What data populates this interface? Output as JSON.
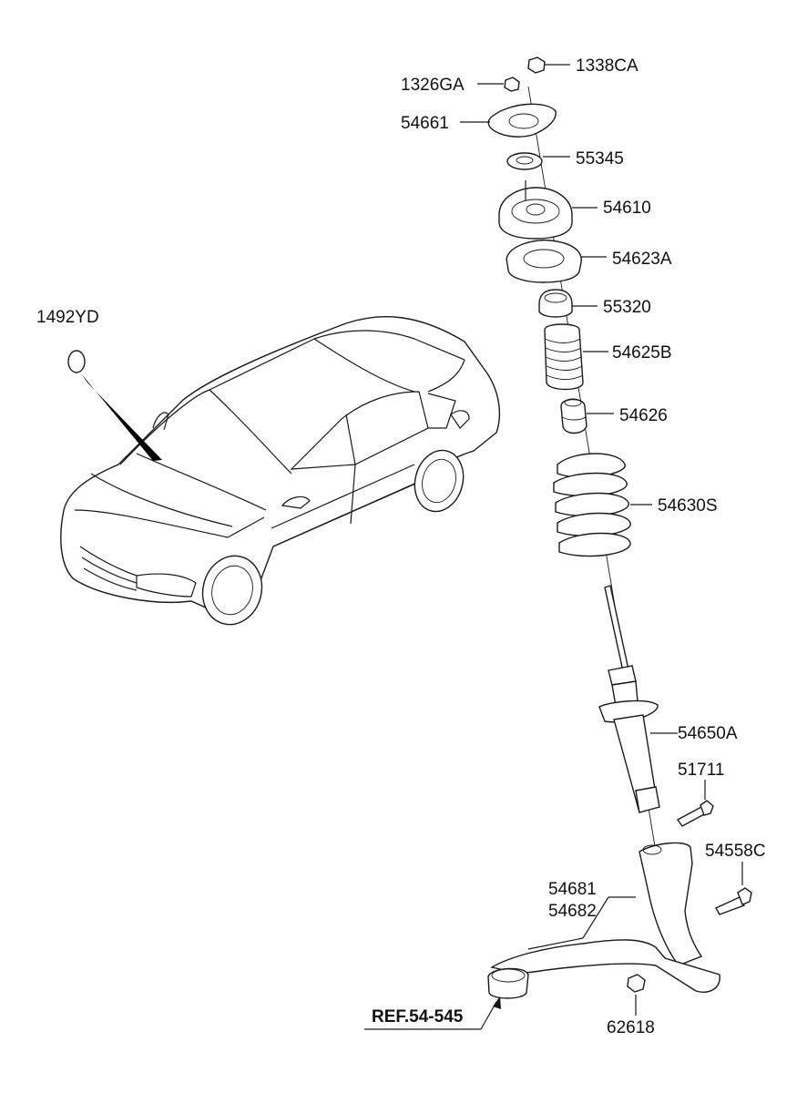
{
  "callouts": {
    "c_1338CA": "1338CA",
    "c_1326GA": "1326GA",
    "c_54661": "54661",
    "c_55345": "55345",
    "c_54610": "54610",
    "c_54623A": "54623A",
    "c_55320": "55320",
    "c_54625B": "54625B",
    "c_54626": "54626",
    "c_54630S": "54630S",
    "c_54650A": "54650A",
    "c_51711": "51711",
    "c_54558C": "54558C",
    "c_54681": "54681",
    "c_54682": "54682",
    "c_62618": "62618",
    "c_1492YD": "1492YD"
  },
  "reference": "REF.54-545"
}
